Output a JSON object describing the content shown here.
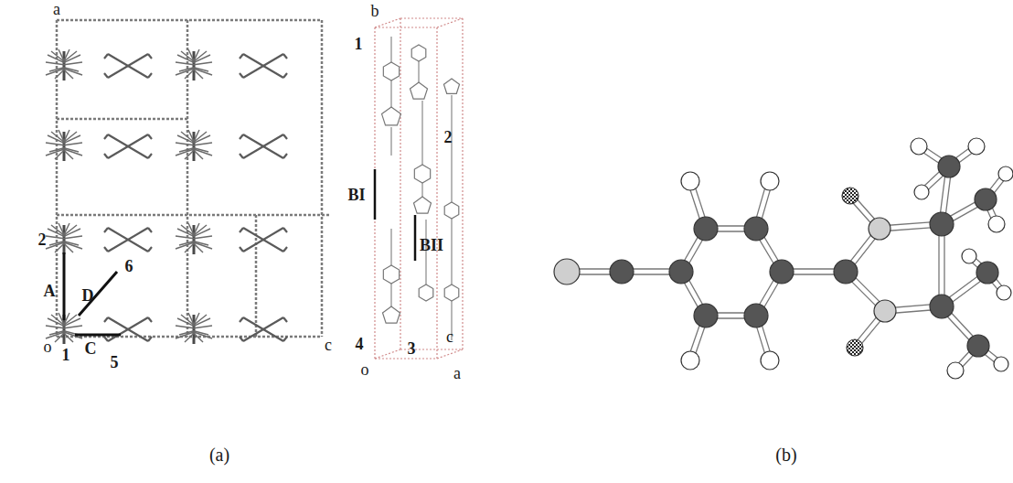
{
  "diagram": {
    "labels": [
      "a",
      "2",
      "6",
      "A",
      "D",
      "o",
      "1",
      "C",
      "5",
      "c",
      "b",
      "1",
      "2",
      "BI",
      "BII",
      "4",
      "3",
      "o",
      "c",
      "a",
      "(a)",
      "(b)"
    ]
  }
}
